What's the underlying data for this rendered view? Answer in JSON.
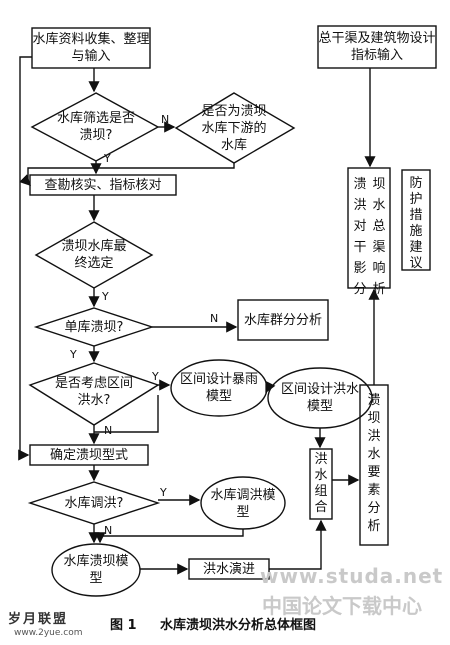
{
  "nodes": {
    "collect": "水库资料收集、整理与输入",
    "trunk_input": "总干渠及建筑物设计指标输入",
    "screen_question": "水库筛选是否溃坝?",
    "downstream_question": "是否为溃坝水库下游的水库",
    "survey": "查勘核实、指标核对",
    "final_select": "溃坝水库最终选定",
    "single_question": "单库溃坝?",
    "group_analysis": "水库群分分析",
    "interval_question": "是否考虑区间洪水?",
    "rain_model": "区间设计暴雨模型",
    "flood_model": "区间设计洪水模型",
    "determine_mode": "确定溃坝型式",
    "regulate_question": "水库调洪?",
    "regulate_model": "水库调洪模型",
    "break_model": "水库溃坝模型",
    "flood_routing": "洪水演进",
    "flood_combine": "洪水组合",
    "flood_elements": "溃坝洪水要素分析",
    "impact_col1": "溃洪对干影分",
    "impact_col2": "坝水总渠响析",
    "protection": "防护措施建议"
  },
  "edge_labels": {
    "screen_n": "N",
    "screen_y": "Y",
    "final_y": "Y",
    "single_n": "N",
    "single_y": "Y",
    "interval_y": "Y",
    "interval_n": "N",
    "regulate_y": "Y",
    "regulate_n": "N"
  },
  "footer": {
    "left_brand": "岁月联盟",
    "left_url": "www.2yue.com",
    "figure_label": "图 1",
    "caption": "水库溃坝洪水分析总体框图",
    "watermark_url": "www.studa.net",
    "watermark_cn": "中国论文下载中心"
  }
}
